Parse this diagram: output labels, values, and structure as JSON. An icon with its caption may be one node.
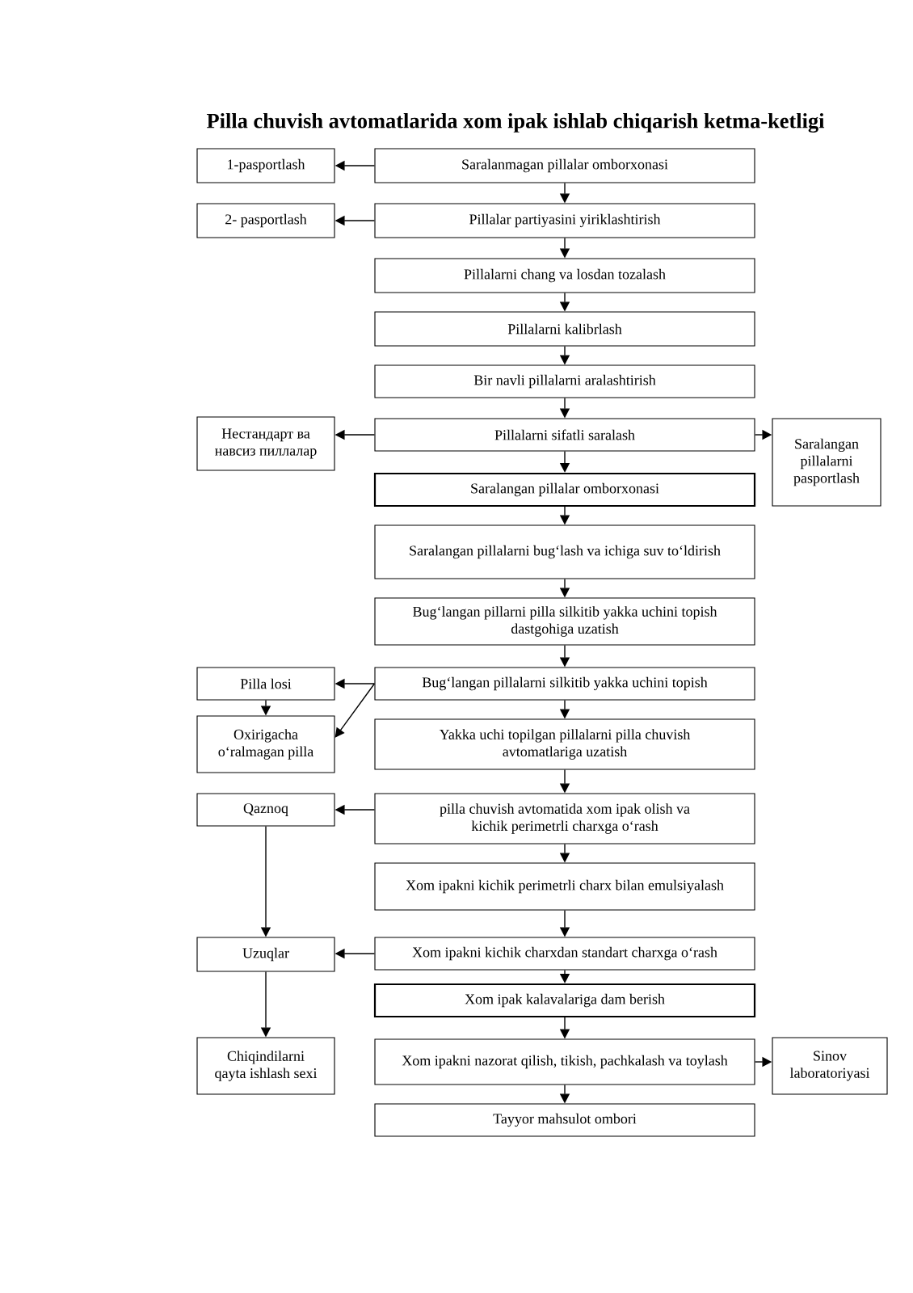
{
  "diagram": {
    "title": "Pilla chuvish avtomatlarida xom ipak ishlab chiqarish ketma-ketligi",
    "nodes": [
      {
        "text": [
          "1-pasportlash"
        ]
      },
      {
        "text": [
          "Saralanmagan pillalar omborxonasi"
        ]
      },
      {
        "text": [
          "2- pasportlash"
        ]
      },
      {
        "text": [
          "Pillalar partiyasini yiriklashtirish"
        ]
      },
      {
        "text": [
          "Pillalarni chang va losdan tozalash"
        ]
      },
      {
        "text": [
          "Pillalarni kalibrlash"
        ]
      },
      {
        "text": [
          "Bir navli pillalarni aralashtirish"
        ]
      },
      {
        "text": [
          "Нестандарт ва навсиз пиллалар"
        ]
      },
      {
        "text": [
          "Pillalarni sifatli saralash"
        ]
      },
      {
        "text": [
          "Saralangan pillalarni pasportlash"
        ]
      },
      {
        "text": [
          "Saralangan pillalar omborxonasi"
        ]
      },
      {
        "text": [
          "Saralangan pillalarni bug‘lash va ichiga suv to‘ldirish"
        ]
      },
      {
        "text": [
          "Bug‘langan pillarni pilla silkitib yakka uchini topish dastgohiga uzatish"
        ]
      },
      {
        "text": [
          "Pilla losi"
        ]
      },
      {
        "text": [
          "Bug‘langan pillalarni silkitib yakka uchini topish"
        ]
      },
      {
        "text": [
          "Oxirigacha o‘ralmagan pilla"
        ]
      },
      {
        "text": [
          "Yakka uchi topilgan pillalarni pilla chuvish avtomatlariga uzatish"
        ]
      },
      {
        "text": [
          "Qaznoq"
        ]
      },
      {
        "text": [
          "pilla chuvish avtomatida xom ipak olish va kichik perimetrli charxga o‘rash"
        ]
      },
      {
        "text": [
          "Xom ipakni kichik perimetrli charx bilan emulsiyalash"
        ]
      },
      {
        "text": [
          "Uzuqlar"
        ]
      },
      {
        "text": [
          "Xom ipakni kichik charxdan standart charxga o‘rash"
        ]
      },
      {
        "text": [
          "Xom ipak kalavalariga dam berish"
        ]
      },
      {
        "text": [
          "Chiqindilarni qayta ishlash sexi"
        ]
      },
      {
        "text": [
          "Xom ipakni nazorat qilish, tikish, pachkalash va toylash"
        ]
      },
      {
        "text": [
          "Sinov laboratoriyasi"
        ]
      },
      {
        "text": [
          "Tayyor mahsulot ombori"
        ]
      }
    ],
    "edges": [
      {
        "from": 1,
        "to": 3,
        "arrow": "to"
      },
      {
        "from": 3,
        "to": 4,
        "arrow": "to"
      },
      {
        "from": 4,
        "to": 5,
        "arrow": "to"
      },
      {
        "from": 5,
        "to": 6,
        "arrow": "to"
      },
      {
        "from": 6,
        "to": 8,
        "arrow": "to"
      },
      {
        "from": 8,
        "to": 10,
        "arrow": "to"
      },
      {
        "from": 10,
        "to": 11,
        "arrow": "to"
      },
      {
        "from": 11,
        "to": 12,
        "arrow": "to"
      },
      {
        "from": 12,
        "to": 14,
        "arrow": "to"
      },
      {
        "from": 14,
        "to": 16,
        "arrow": "to"
      },
      {
        "from": 16,
        "to": 18,
        "arrow": "to"
      },
      {
        "from": 18,
        "to": 19,
        "arrow": "to"
      },
      {
        "from": 19,
        "to": 21,
        "arrow": "to"
      },
      {
        "from": 21,
        "to": 22,
        "arrow": "to"
      },
      {
        "from": 22,
        "to": 24,
        "arrow": "to"
      },
      {
        "from": 24,
        "to": 26,
        "arrow": "to"
      },
      {
        "from": 1,
        "to": 0,
        "arrow": "to"
      },
      {
        "from": 3,
        "to": 2,
        "arrow": "to"
      },
      {
        "from": 8,
        "to": 7,
        "arrow": "to"
      },
      {
        "from": 8,
        "to": 9,
        "arrow": "to"
      },
      {
        "from": 14,
        "to": 13,
        "arrow": "to"
      },
      {
        "from": 14,
        "to": 15,
        "arrow": "to"
      },
      {
        "from": 13,
        "to": 15,
        "arrow": "to"
      },
      {
        "from": 18,
        "to": 17,
        "arrow": "to"
      },
      {
        "from": 17,
        "to": 20,
        "arrow": "to"
      },
      {
        "from": 21,
        "to": 20,
        "arrow": "to"
      },
      {
        "from": 20,
        "to": 23,
        "arrow": "to"
      },
      {
        "from": 24,
        "to": 25,
        "arrow": "to"
      }
    ]
  }
}
